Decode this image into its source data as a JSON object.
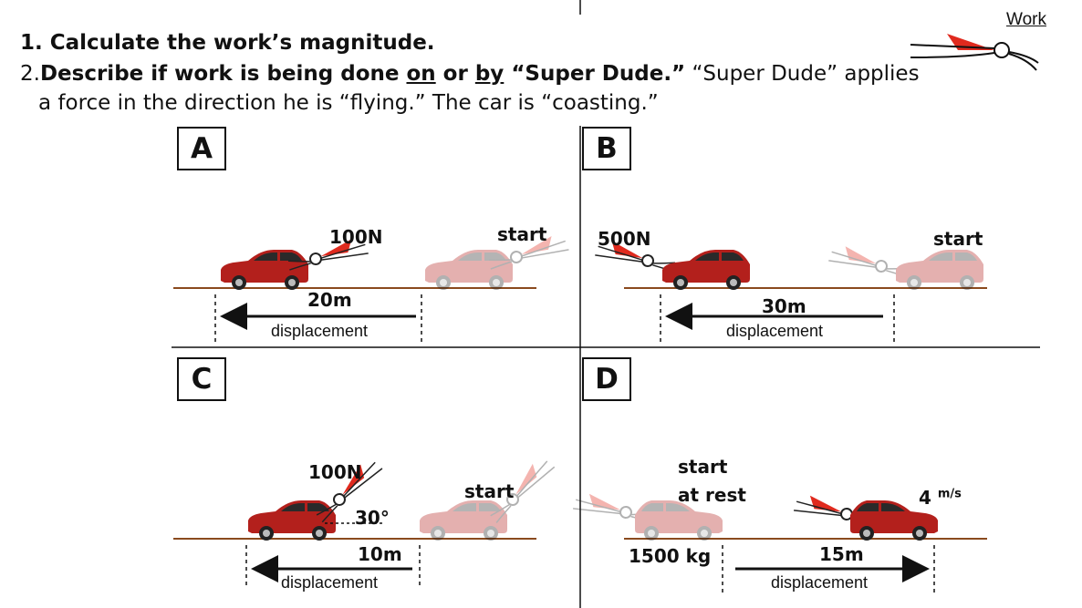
{
  "header": {
    "q1_num": "1",
    "q1_text": ". Calculate the work’s magnitude.",
    "q2_num": "2.",
    "q2_bold_a": "Describe if work is being done ",
    "q2_on": "on",
    "q2_mid": " or ",
    "q2_by": "by",
    "q2_bold_b": " “Super Dude.”",
    "q2_rest": " “Super Dude” applies",
    "q3": "a force in the direction he is “flying.” The car is “coasting.”",
    "work_link": "Work"
  },
  "panels": {
    "A": {
      "label": "A",
      "force": "100N",
      "start": "start",
      "distance": "20m",
      "displacement": "displacement"
    },
    "B": {
      "label": "B",
      "force": "500N",
      "start": "start",
      "distance": "30m",
      "displacement": "displacement"
    },
    "C": {
      "label": "C",
      "force": "100N",
      "angle": "30°",
      "start": "start",
      "distance": "10m",
      "displacement": "displacement"
    },
    "D": {
      "label": "D",
      "start_line1": "start",
      "start_line2": "at rest",
      "mass": "1500 kg",
      "speed": "4 ",
      "speed_unit": "m/s",
      "distance": "15m",
      "displacement": "displacement"
    }
  },
  "colors": {
    "car": "#b3201c",
    "cape": "#e02a1e",
    "ground": "#8a4a1e",
    "ghost_opacity": "0.35"
  }
}
